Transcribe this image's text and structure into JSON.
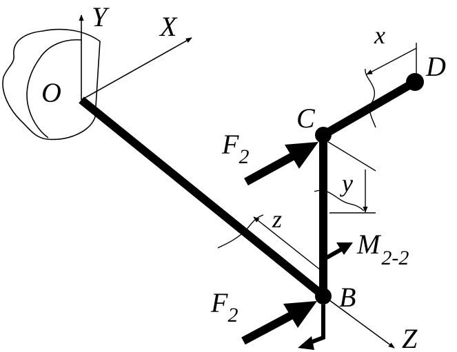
{
  "labels": {
    "axis_y": "Y",
    "axis_x": "X",
    "axis_z": "Z",
    "point_o": "O",
    "point_c": "C",
    "point_d": "D",
    "point_b": "B",
    "dim_x": "x",
    "dim_y": "y",
    "dim_z": "z",
    "force_top_main": "F",
    "force_top_sub": "2",
    "force_bottom_main": "F",
    "force_bottom_sub": "2",
    "moment_main": "M",
    "moment_sub": "2-2"
  },
  "colors": {
    "ink": "#000000",
    "background": "#ffffff"
  }
}
